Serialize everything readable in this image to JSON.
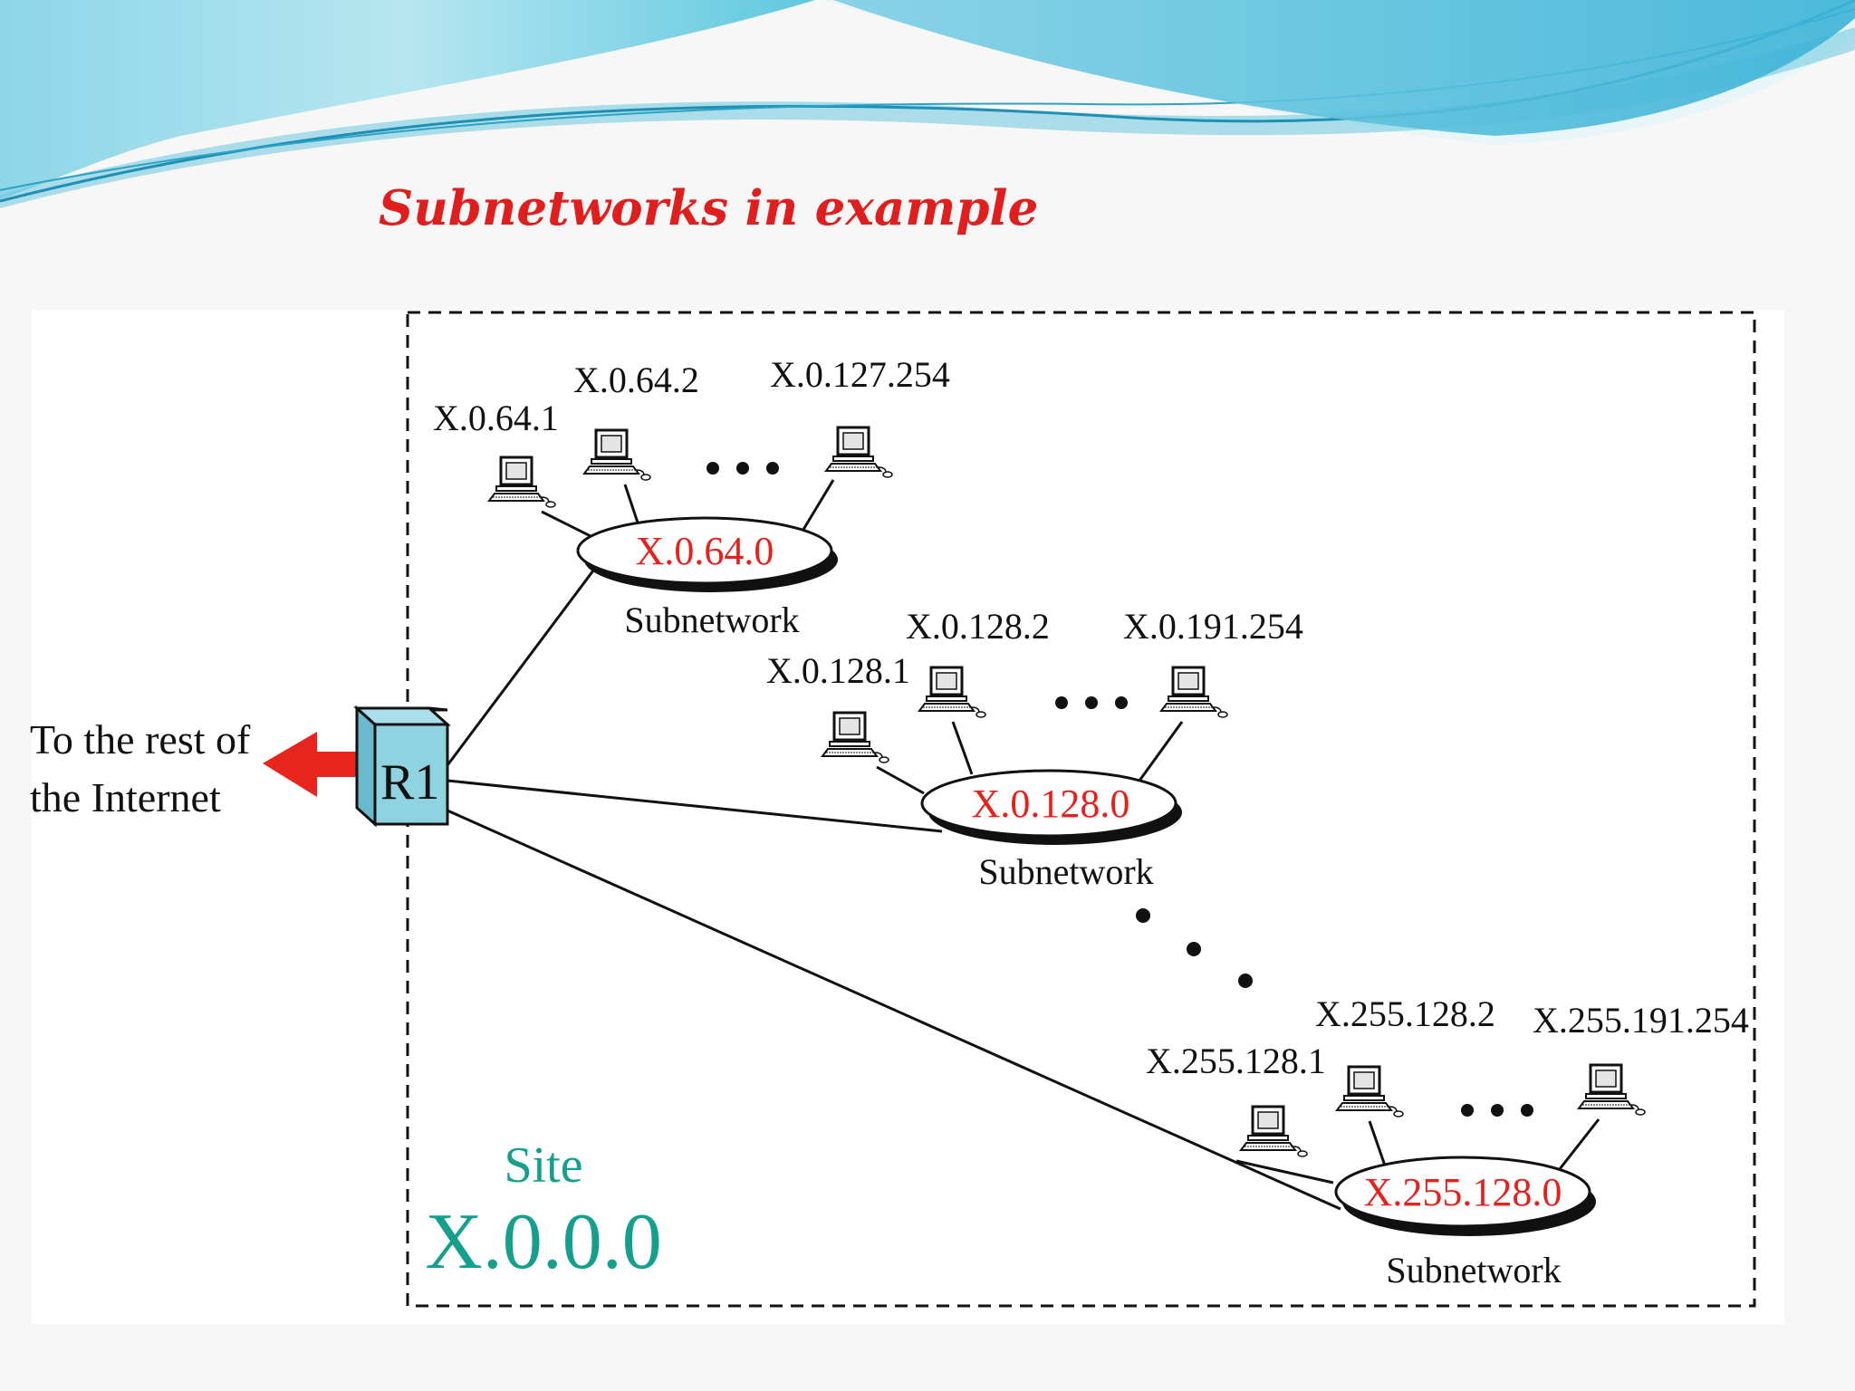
{
  "slide": {
    "title": "Subnetworks in example",
    "colors": {
      "title": "#e01e1e",
      "site": "#14a08c",
      "subnet_id": "#e8201c",
      "router": "#8fd3e0",
      "arrow": "#e8251c"
    }
  },
  "internet": {
    "line1": "To the rest of",
    "line2": "the Internet"
  },
  "router": {
    "label": "R1"
  },
  "site": {
    "label": "Site",
    "address": "X.0.0.0"
  },
  "subnetworks": [
    {
      "id": "X.0.64.0",
      "caption": "Subnetwork",
      "hosts": [
        "X.0.64.1",
        "X.0.64.2",
        "X.0.127.254"
      ]
    },
    {
      "id": "X.0.128.0",
      "caption": "Subnetwork",
      "hosts": [
        "X.0.128.1",
        "X.0.128.2",
        "X.0.191.254"
      ]
    },
    {
      "id": "X.255.128.0",
      "caption": "Subnetwork",
      "hosts": [
        "X.255.128.1",
        "X.255.128.2",
        "X.255.191.254"
      ]
    }
  ],
  "icons": [
    "computer-icon",
    "router-icon",
    "arrow-left-icon"
  ]
}
